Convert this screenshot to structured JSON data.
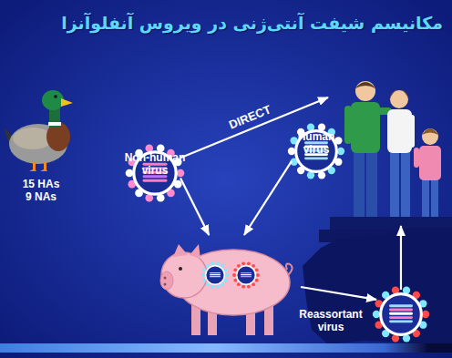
{
  "diagram": {
    "title": "مکانیسم شیفت آنتی‌ژنی در ویروس آنفلوآنزا",
    "nodes": [
      {
        "text": [
          "15 HAs 9 NAs"
        ]
      },
      {
        "text": []
      },
      {
        "text": [
          "Non-human virus"
        ]
      },
      {
        "text": [
          "Human virus"
        ]
      },
      {
        "text": []
      },
      {
        "text": [
          "Reassortant virus"
        ]
      }
    ],
    "edges": [
      {
        "from": 2,
        "to": 1,
        "label": "DIRECT",
        "arrow": "to"
      },
      {
        "from": 2,
        "to": 4,
        "arrow": "to"
      },
      {
        "from": 3,
        "to": 4,
        "arrow": "to"
      },
      {
        "from": 4,
        "to": 5,
        "arrow": "to"
      },
      {
        "from": 5,
        "to": 1,
        "arrow": "to"
      }
    ]
  }
}
